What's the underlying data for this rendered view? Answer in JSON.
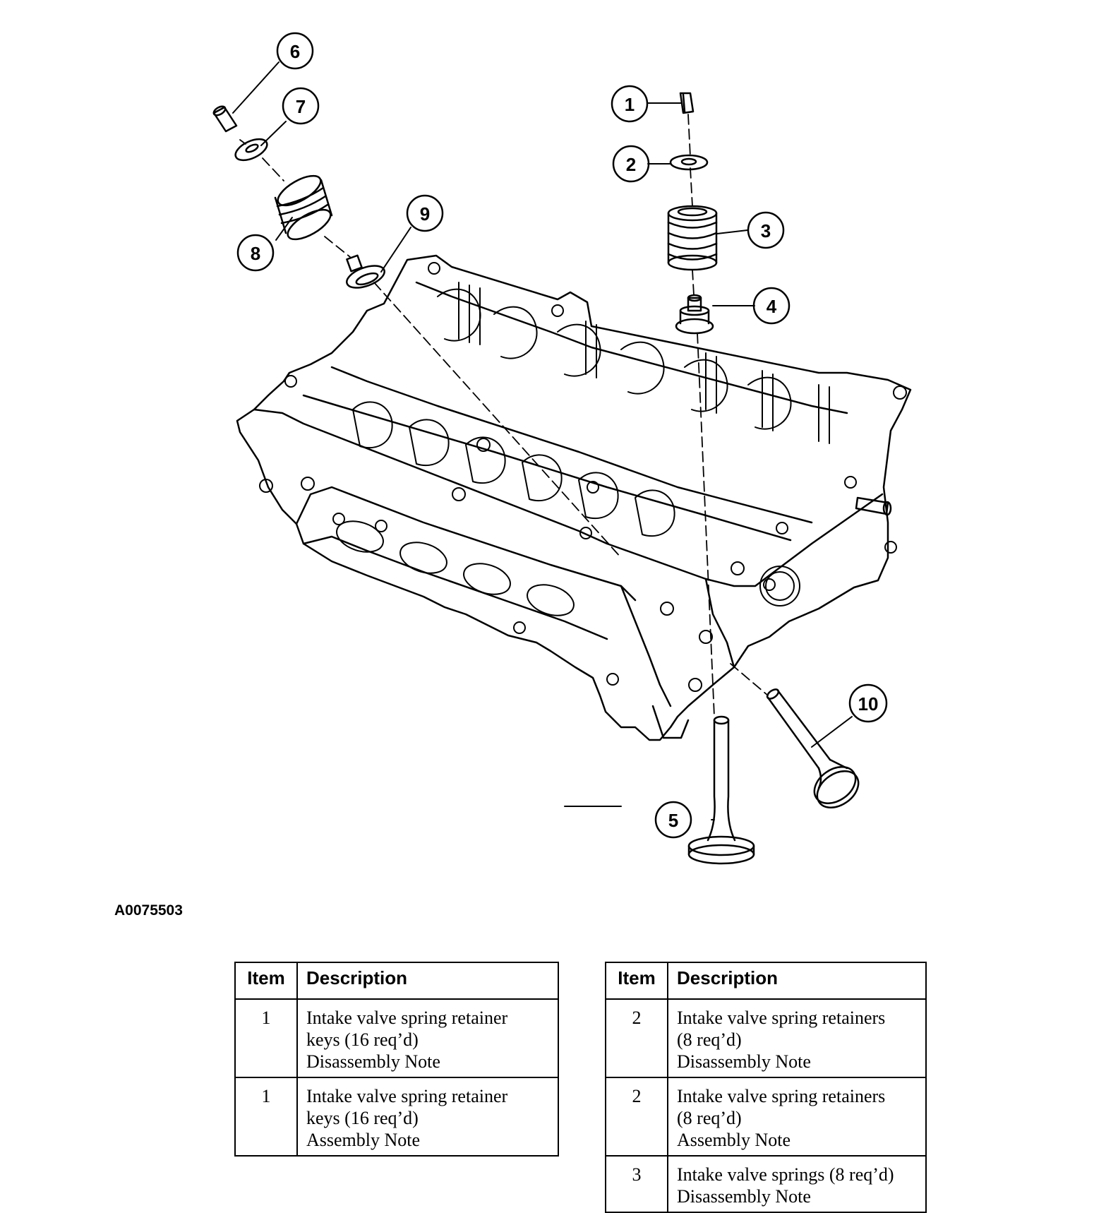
{
  "figure": {
    "id": "A0075503",
    "callouts": [
      "1",
      "2",
      "3",
      "4",
      "5",
      "6",
      "7",
      "8",
      "9",
      "10"
    ]
  },
  "tables": [
    {
      "headers": {
        "item": "Item",
        "description": "Description"
      },
      "rows": [
        {
          "item": "1",
          "lines": [
            "Intake valve spring retainer",
            "keys (16 req’d)",
            "Disassembly Note"
          ]
        },
        {
          "item": "1",
          "lines": [
            "Intake valve spring retainer",
            "keys (16 req’d)",
            "Assembly Note"
          ]
        }
      ]
    },
    {
      "headers": {
        "item": "Item",
        "description": "Description"
      },
      "rows": [
        {
          "item": "2",
          "lines": [
            "Intake valve spring retainers",
            "(8 req’d)",
            "Disassembly Note"
          ]
        },
        {
          "item": "2",
          "lines": [
            "Intake valve spring retainers",
            "(8 req’d)",
            "Assembly Note"
          ]
        },
        {
          "item": "3",
          "lines": [
            "Intake valve springs (8 req’d)",
            "Disassembly Note"
          ]
        }
      ]
    }
  ]
}
